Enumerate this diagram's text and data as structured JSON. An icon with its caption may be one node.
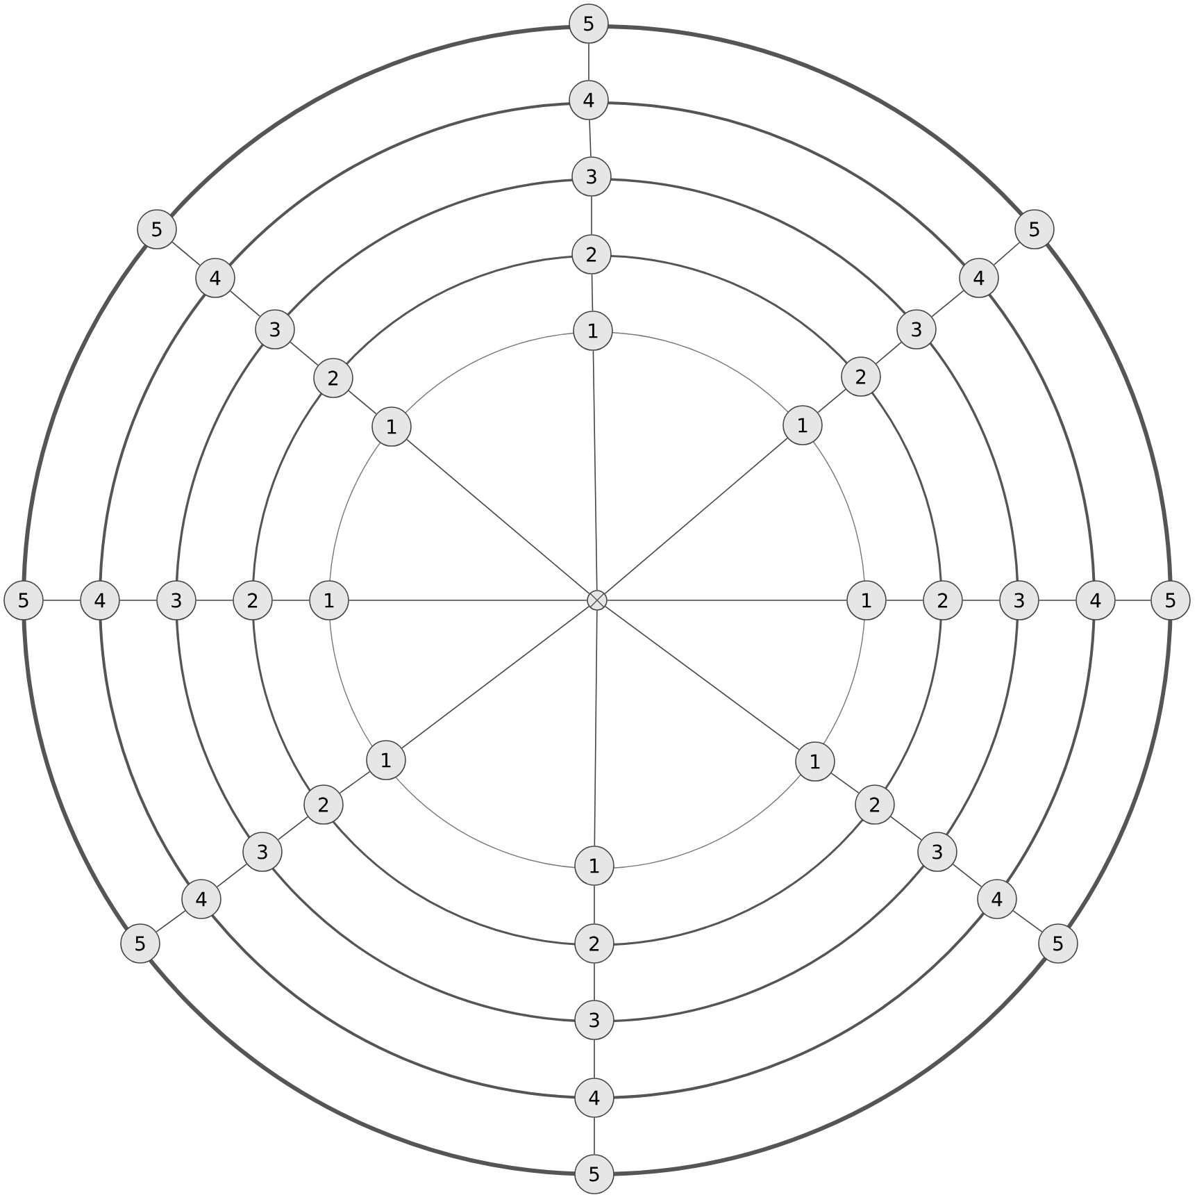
{
  "diagram": {
    "nodes": [
      {
        "text": [],
        "shape": "circle"
      },
      {
        "text": [
          "1"
        ]
      },
      {
        "text": [
          "2"
        ]
      },
      {
        "text": [
          "3"
        ]
      },
      {
        "text": [
          "4"
        ]
      },
      {
        "text": [
          "5"
        ]
      },
      {
        "text": [
          "1"
        ]
      },
      {
        "text": [
          "2"
        ]
      },
      {
        "text": [
          "3"
        ]
      },
      {
        "text": [
          "4"
        ]
      },
      {
        "text": [
          "5"
        ]
      },
      {
        "text": [
          "1"
        ]
      },
      {
        "text": [
          "2"
        ]
      },
      {
        "text": [
          "3"
        ]
      },
      {
        "text": [
          "4"
        ]
      },
      {
        "text": [
          "5"
        ]
      },
      {
        "text": [
          "1"
        ]
      },
      {
        "text": [
          "2"
        ]
      },
      {
        "text": [
          "3"
        ]
      },
      {
        "text": [
          "4"
        ]
      },
      {
        "text": [
          "5"
        ]
      },
      {
        "text": [
          "1"
        ]
      },
      {
        "text": [
          "2"
        ]
      },
      {
        "text": [
          "3"
        ]
      },
      {
        "text": [
          "4"
        ]
      },
      {
        "text": [
          "5"
        ]
      },
      {
        "text": [
          "1"
        ]
      },
      {
        "text": [
          "2"
        ]
      },
      {
        "text": [
          "3"
        ]
      },
      {
        "text": [
          "4"
        ]
      },
      {
        "text": [
          "5"
        ]
      },
      {
        "text": [
          "1"
        ]
      },
      {
        "text": [
          "2"
        ]
      },
      {
        "text": [
          "3"
        ]
      },
      {
        "text": [
          "4"
        ]
      },
      {
        "text": [
          "5"
        ]
      },
      {
        "text": [
          "1"
        ]
      },
      {
        "text": [
          "2"
        ]
      },
      {
        "text": [
          "3"
        ]
      },
      {
        "text": [
          "4"
        ]
      },
      {
        "text": [
          "5"
        ]
      }
    ],
    "edges": [
      {
        "from": 0,
        "to": 1,
        "arrow": "none"
      },
      {
        "from": 1,
        "to": 2,
        "arrow": "none"
      },
      {
        "from": 2,
        "to": 3,
        "arrow": "none"
      },
      {
        "from": 3,
        "to": 4,
        "arrow": "none"
      },
      {
        "from": 4,
        "to": 5,
        "arrow": "none"
      },
      {
        "from": 0,
        "to": 6,
        "arrow": "none"
      },
      {
        "from": 6,
        "to": 7,
        "arrow": "none"
      },
      {
        "from": 7,
        "to": 8,
        "arrow": "none"
      },
      {
        "from": 8,
        "to": 9,
        "arrow": "none"
      },
      {
        "from": 9,
        "to": 10,
        "arrow": "none"
      },
      {
        "from": 0,
        "to": 11,
        "arrow": "none"
      },
      {
        "from": 11,
        "to": 12,
        "arrow": "none"
      },
      {
        "from": 12,
        "to": 13,
        "arrow": "none"
      },
      {
        "from": 13,
        "to": 14,
        "arrow": "none"
      },
      {
        "from": 14,
        "to": 15,
        "arrow": "none"
      },
      {
        "from": 0,
        "to": 16,
        "arrow": "none"
      },
      {
        "from": 16,
        "to": 17,
        "arrow": "none"
      },
      {
        "from": 17,
        "to": 18,
        "arrow": "none"
      },
      {
        "from": 18,
        "to": 19,
        "arrow": "none"
      },
      {
        "from": 19,
        "to": 20,
        "arrow": "none"
      },
      {
        "from": 0,
        "to": 21,
        "arrow": "none"
      },
      {
        "from": 21,
        "to": 22,
        "arrow": "none"
      },
      {
        "from": 22,
        "to": 23,
        "arrow": "none"
      },
      {
        "from": 23,
        "to": 24,
        "arrow": "none"
      },
      {
        "from": 24,
        "to": 25,
        "arrow": "none"
      },
      {
        "from": 0,
        "to": 26,
        "arrow": "none"
      },
      {
        "from": 26,
        "to": 27,
        "arrow": "none"
      },
      {
        "from": 27,
        "to": 28,
        "arrow": "none"
      },
      {
        "from": 28,
        "to": 29,
        "arrow": "none"
      },
      {
        "from": 29,
        "to": 30,
        "arrow": "none"
      },
      {
        "from": 0,
        "to": 31,
        "arrow": "none"
      },
      {
        "from": 31,
        "to": 32,
        "arrow": "none"
      },
      {
        "from": 32,
        "to": 33,
        "arrow": "none"
      },
      {
        "from": 33,
        "to": 34,
        "arrow": "none"
      },
      {
        "from": 34,
        "to": 35,
        "arrow": "none"
      },
      {
        "from": 0,
        "to": 36,
        "arrow": "none"
      },
      {
        "from": 36,
        "to": 37,
        "arrow": "none"
      },
      {
        "from": 37,
        "to": 38,
        "arrow": "none"
      },
      {
        "from": 38,
        "to": 39,
        "arrow": "none"
      },
      {
        "from": 39,
        "to": 40,
        "arrow": "none"
      }
    ]
  }
}
